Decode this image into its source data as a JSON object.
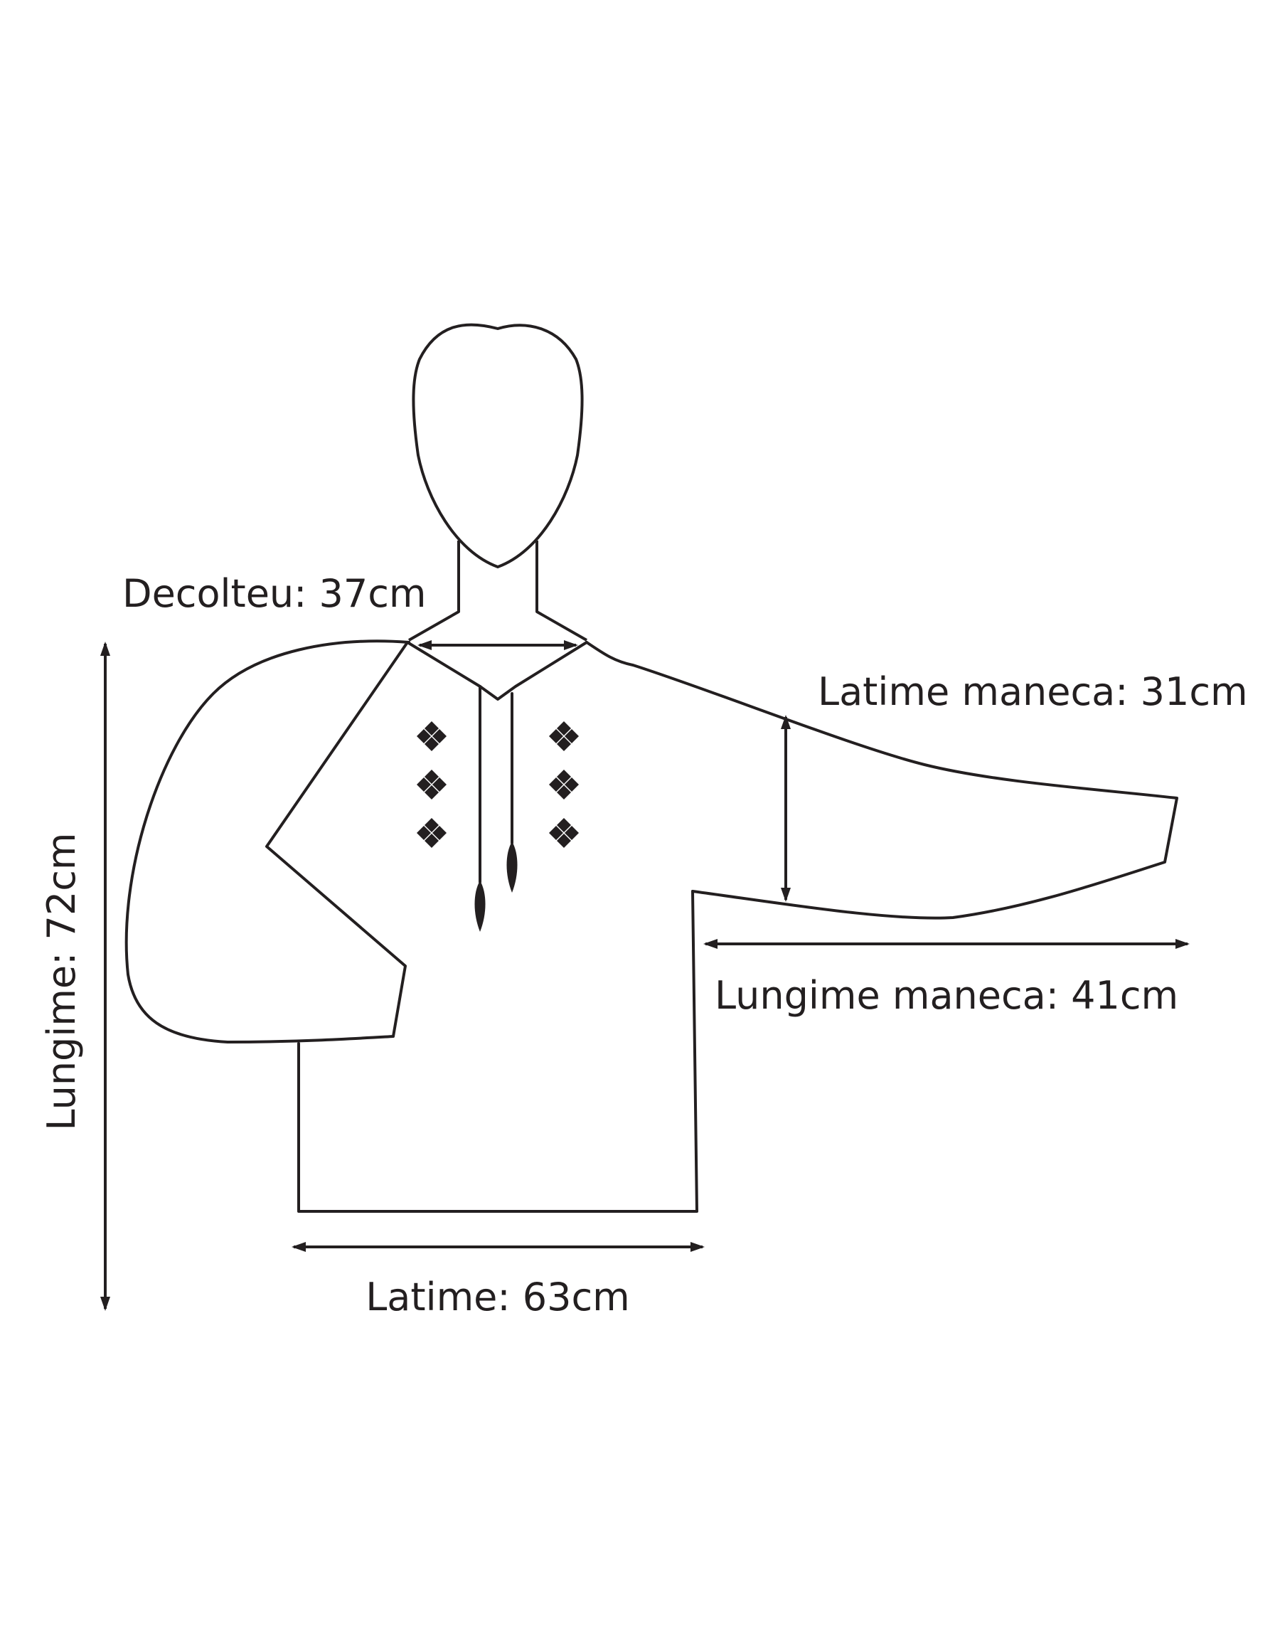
{
  "measurements": {
    "neckline": "Decolteu: 37cm",
    "sleeve_width": "Latime maneca: 31cm",
    "sleeve_length": "Lungime maneca: 41cm",
    "length": "Lungime: 72cm",
    "width": "Latime: 63cm"
  },
  "colors": {
    "outline": "#231f20",
    "background": "#ffffff"
  }
}
